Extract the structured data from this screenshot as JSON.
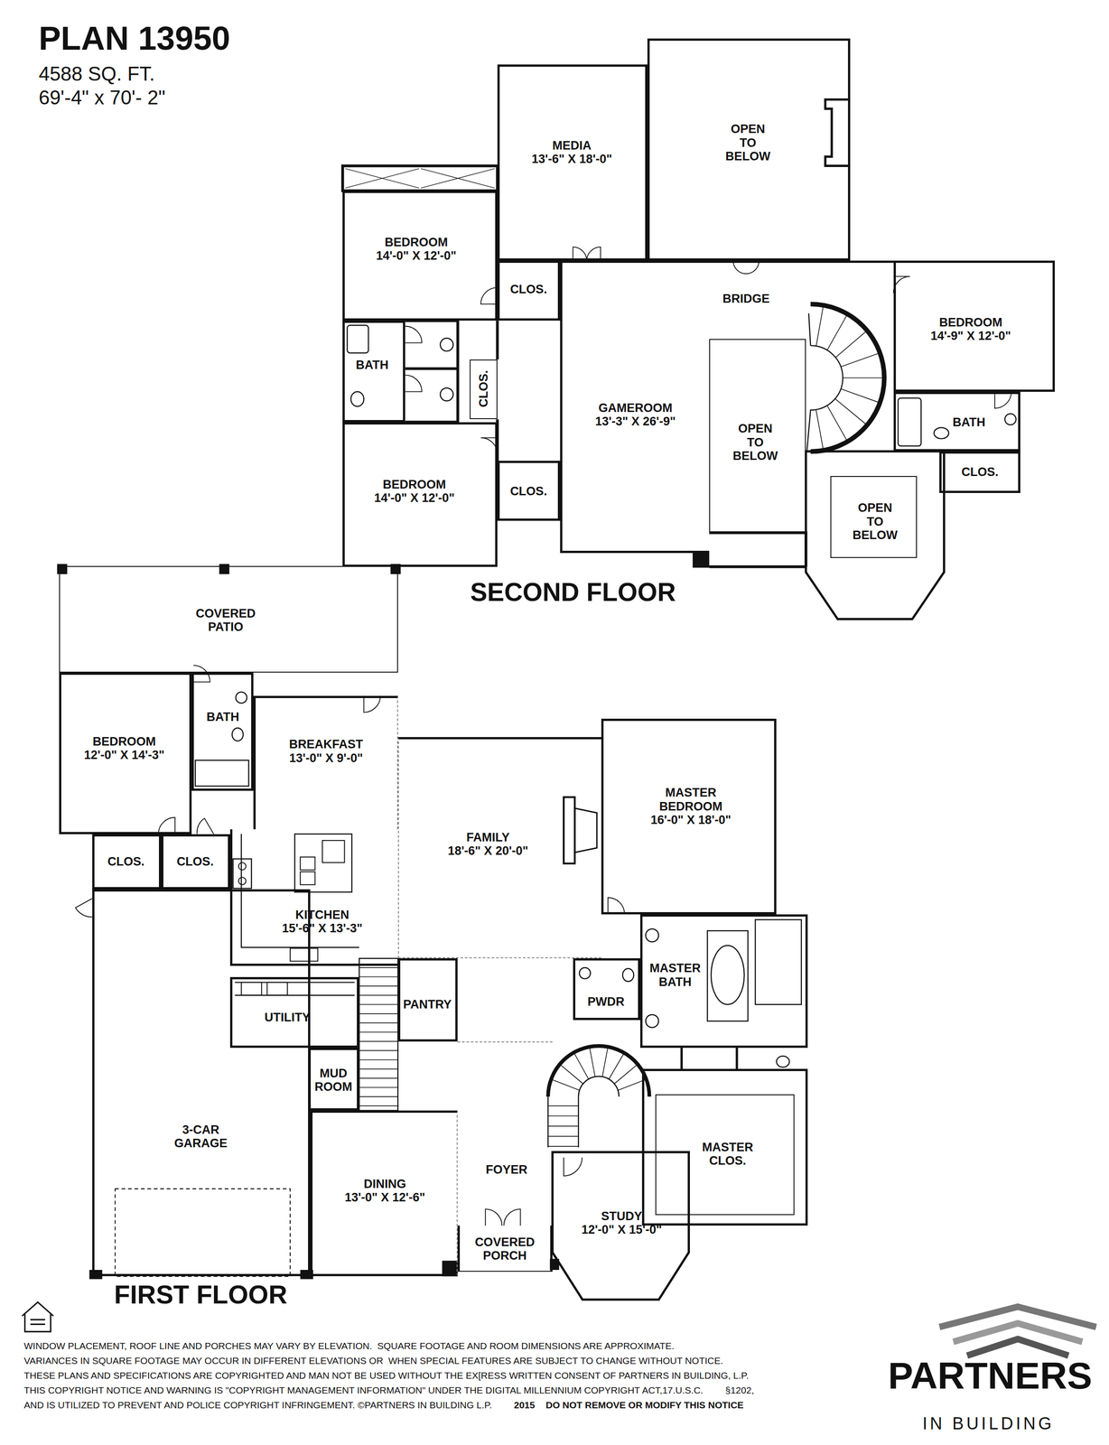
{
  "diagram": {
    "title": "PLAN 13950",
    "nodes": [
      {
        "text": [
          "MEDIA",
          "13'-6\" X 18'-0\""
        ]
      },
      {
        "text": [
          "OPEN TO BELOW"
        ]
      },
      {
        "text": [
          "BEDROOM",
          "14'-0\" X 12'-0\""
        ]
      },
      {
        "text": [
          "CLOS."
        ]
      },
      {
        "text": [
          "BRIDGE"
        ]
      },
      {
        "text": [
          "BEDROOM",
          "14'-9\" X 12'-0\""
        ]
      },
      {
        "text": [
          "BATH"
        ]
      },
      {
        "text": [
          "CLOS."
        ]
      },
      {
        "text": [
          "GAMEROOM",
          "13'-3\" X 26'-9\""
        ]
      },
      {
        "text": [
          "OPEN TO BELOW"
        ]
      },
      {
        "text": [
          "BATH"
        ]
      },
      {
        "text": [
          "BEDROOM",
          "14'-0\" X 12'-0\""
        ]
      },
      {
        "text": [
          "CLOS."
        ]
      },
      {
        "text": [
          "CLOS."
        ]
      },
      {
        "text": [
          "OPEN TO BELOW"
        ]
      },
      {
        "text": [
          "COVERED PATIO"
        ]
      },
      {
        "text": [
          "BATH"
        ]
      },
      {
        "text": [
          "BREAKFAST",
          "13'-0\" X 9'-0\""
        ]
      },
      {
        "text": [
          "MASTER BEDROOM",
          "16'-0\" X 18'-0\""
        ]
      },
      {
        "text": [
          "BEDROOM",
          "12'-0\" X 14'-3\""
        ]
      },
      {
        "text": [
          "FAMILY",
          "18'-6\" X 20'-0\""
        ]
      },
      {
        "text": [
          "CLOS."
        ]
      },
      {
        "text": [
          "CLOS."
        ]
      },
      {
        "text": [
          "KITCHEN",
          "15'-6\" X 13'-3\""
        ]
      },
      {
        "text": [
          "MASTER BATH"
        ]
      },
      {
        "text": [
          "PWDR"
        ]
      },
      {
        "text": [
          "PANTRY"
        ]
      },
      {
        "text": [
          "UTILITY"
        ]
      },
      {
        "text": [
          "MUD ROOM"
        ]
      },
      {
        "text": [
          "3-CAR GARAGE"
        ]
      },
      {
        "text": [
          "FOYER"
        ]
      },
      {
        "text": [
          "MASTER CLOS."
        ]
      },
      {
        "text": [
          "DINING",
          "13'-0\" X 12'-6\""
        ]
      },
      {
        "text": [
          "STUDY",
          "12'-0\" X 15'-0\""
        ]
      },
      {
        "text": [
          "COVERED PORCH"
        ]
      }
    ],
    "labels": [
      "4588 SQ. FT.",
      "69'-4\" x 70'- 2\"",
      "SECOND FLOOR",
      "FIRST FLOOR",
      "WINDOW PLACEMENT, ROOF LINE AND PORCHES MAY VARY BY ELEVATION.  SQUARE FOOTAGE AND ROOM DIMENSIONS ARE APPROXIMATE.",
      "VARIANCES IN SQUARE FOOTAGE MAY OCCUR IN DIFFERENT ELEVATIONS OR  WHEN SPECIAL FEATURES ARE SUBJECT TO CHANGE WITHOUT NOTICE.",
      "THESE PLANS AND SPECIFICATIONS ARE COPYRIGHTED AND MAN NOT BE USED WITHOUT THE EX[RESS WRITTEN CONSENT OF PARTNERS IN BUILDING, L.P.",
      "THIS COPYRIGHT NOTICE AND WARNING IS \"COPYRIGHT MANAGEMENT INFORMATION\" UNDER THE DIGITAL MILLENNIUM COPYRIGHT ACT,17.U.S.C.",
      "§1202,",
      "AND IS UTILIZED TO PREVENT AND POLICE COPYRIGHT INFRINGEMENT. ©PARTNERS IN BUILDING L.P.",
      "2015",
      "DO NOT REMOVE OR MODIFY THIS NOTICE",
      "PARTNERS",
      "IN BUILDING"
    ]
  }
}
